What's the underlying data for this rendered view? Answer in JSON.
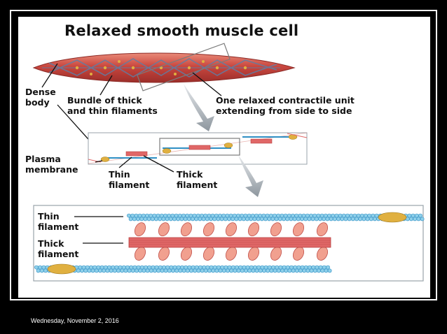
{
  "title": "Relaxed smooth muscle cell",
  "labels": {
    "dense_body": [
      "Dense",
      "body"
    ],
    "bundle": [
      "Bundle of thick",
      "and thin filaments"
    ],
    "contractile_unit": [
      "One relaxed contractile unit",
      "extending from side to side"
    ],
    "plasma_membrane": [
      "Plasma",
      "membrane"
    ],
    "thin_filament_mid": [
      "Thin",
      "filament"
    ],
    "thick_filament_mid": [
      "Thick",
      "filament"
    ],
    "thin_filament_bottom": [
      "Thin",
      "filament"
    ],
    "thick_filament_bottom": [
      "Thick",
      "filament"
    ]
  },
  "footer": {
    "date": "Wednesday, November 2, 2016"
  },
  "colors": {
    "cell_red": "#c9473f",
    "filament_blue": "#2e8fc4",
    "thick_red": "#e06767",
    "head_pink": "#f1a08f",
    "dense_gold": "#e0b040",
    "arrow_gray": "#9aa3ab"
  }
}
